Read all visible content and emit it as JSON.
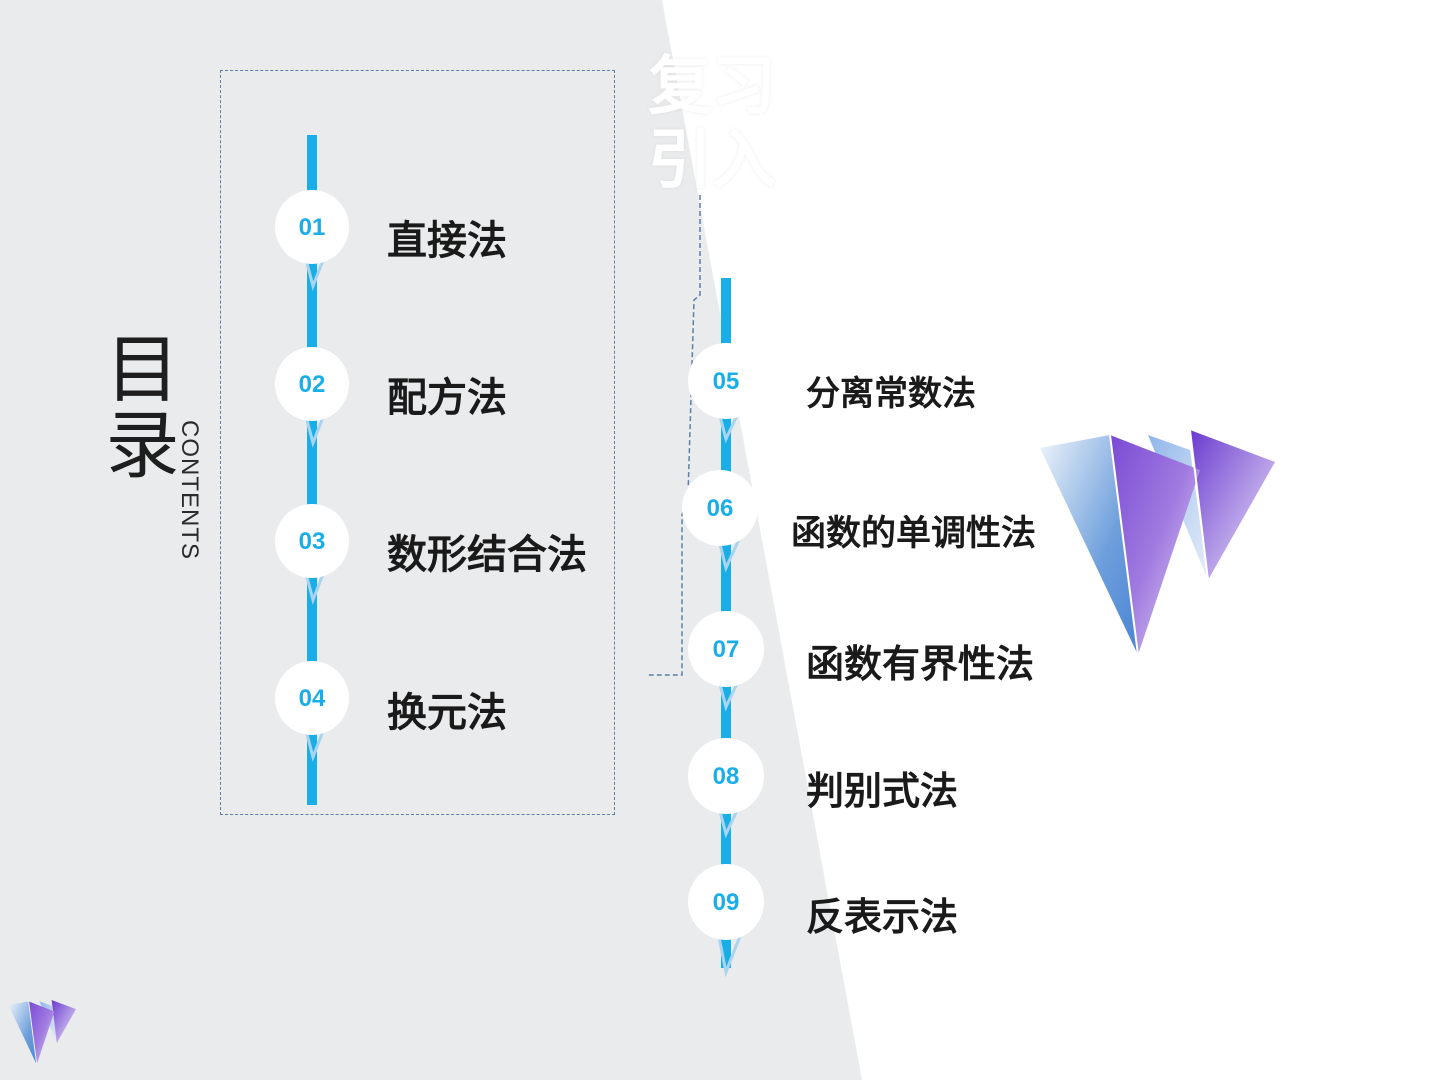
{
  "page": {
    "title": "目录",
    "subtitle": "CONTENTS",
    "ghost_title": "复习引入"
  },
  "colors": {
    "accent": "#1aaee8",
    "left_background": "#eaebec",
    "dashed_border": "#5d7ea8",
    "text": "#1a1a1a"
  },
  "items": [
    {
      "num": "01",
      "label": "直接法"
    },
    {
      "num": "02",
      "label": "配方法"
    },
    {
      "num": "03",
      "label": "数形结合法"
    },
    {
      "num": "04",
      "label": "换元法"
    },
    {
      "num": "05",
      "label": "分离常数法"
    },
    {
      "num": "06",
      "label": "函数的单调性法"
    },
    {
      "num": "07",
      "label": "函数有界性法"
    },
    {
      "num": "08",
      "label": "判别式法"
    },
    {
      "num": "09",
      "label": "反表示法"
    }
  ],
  "decorations": {
    "logo_icon": "triangle-prism-icon"
  }
}
